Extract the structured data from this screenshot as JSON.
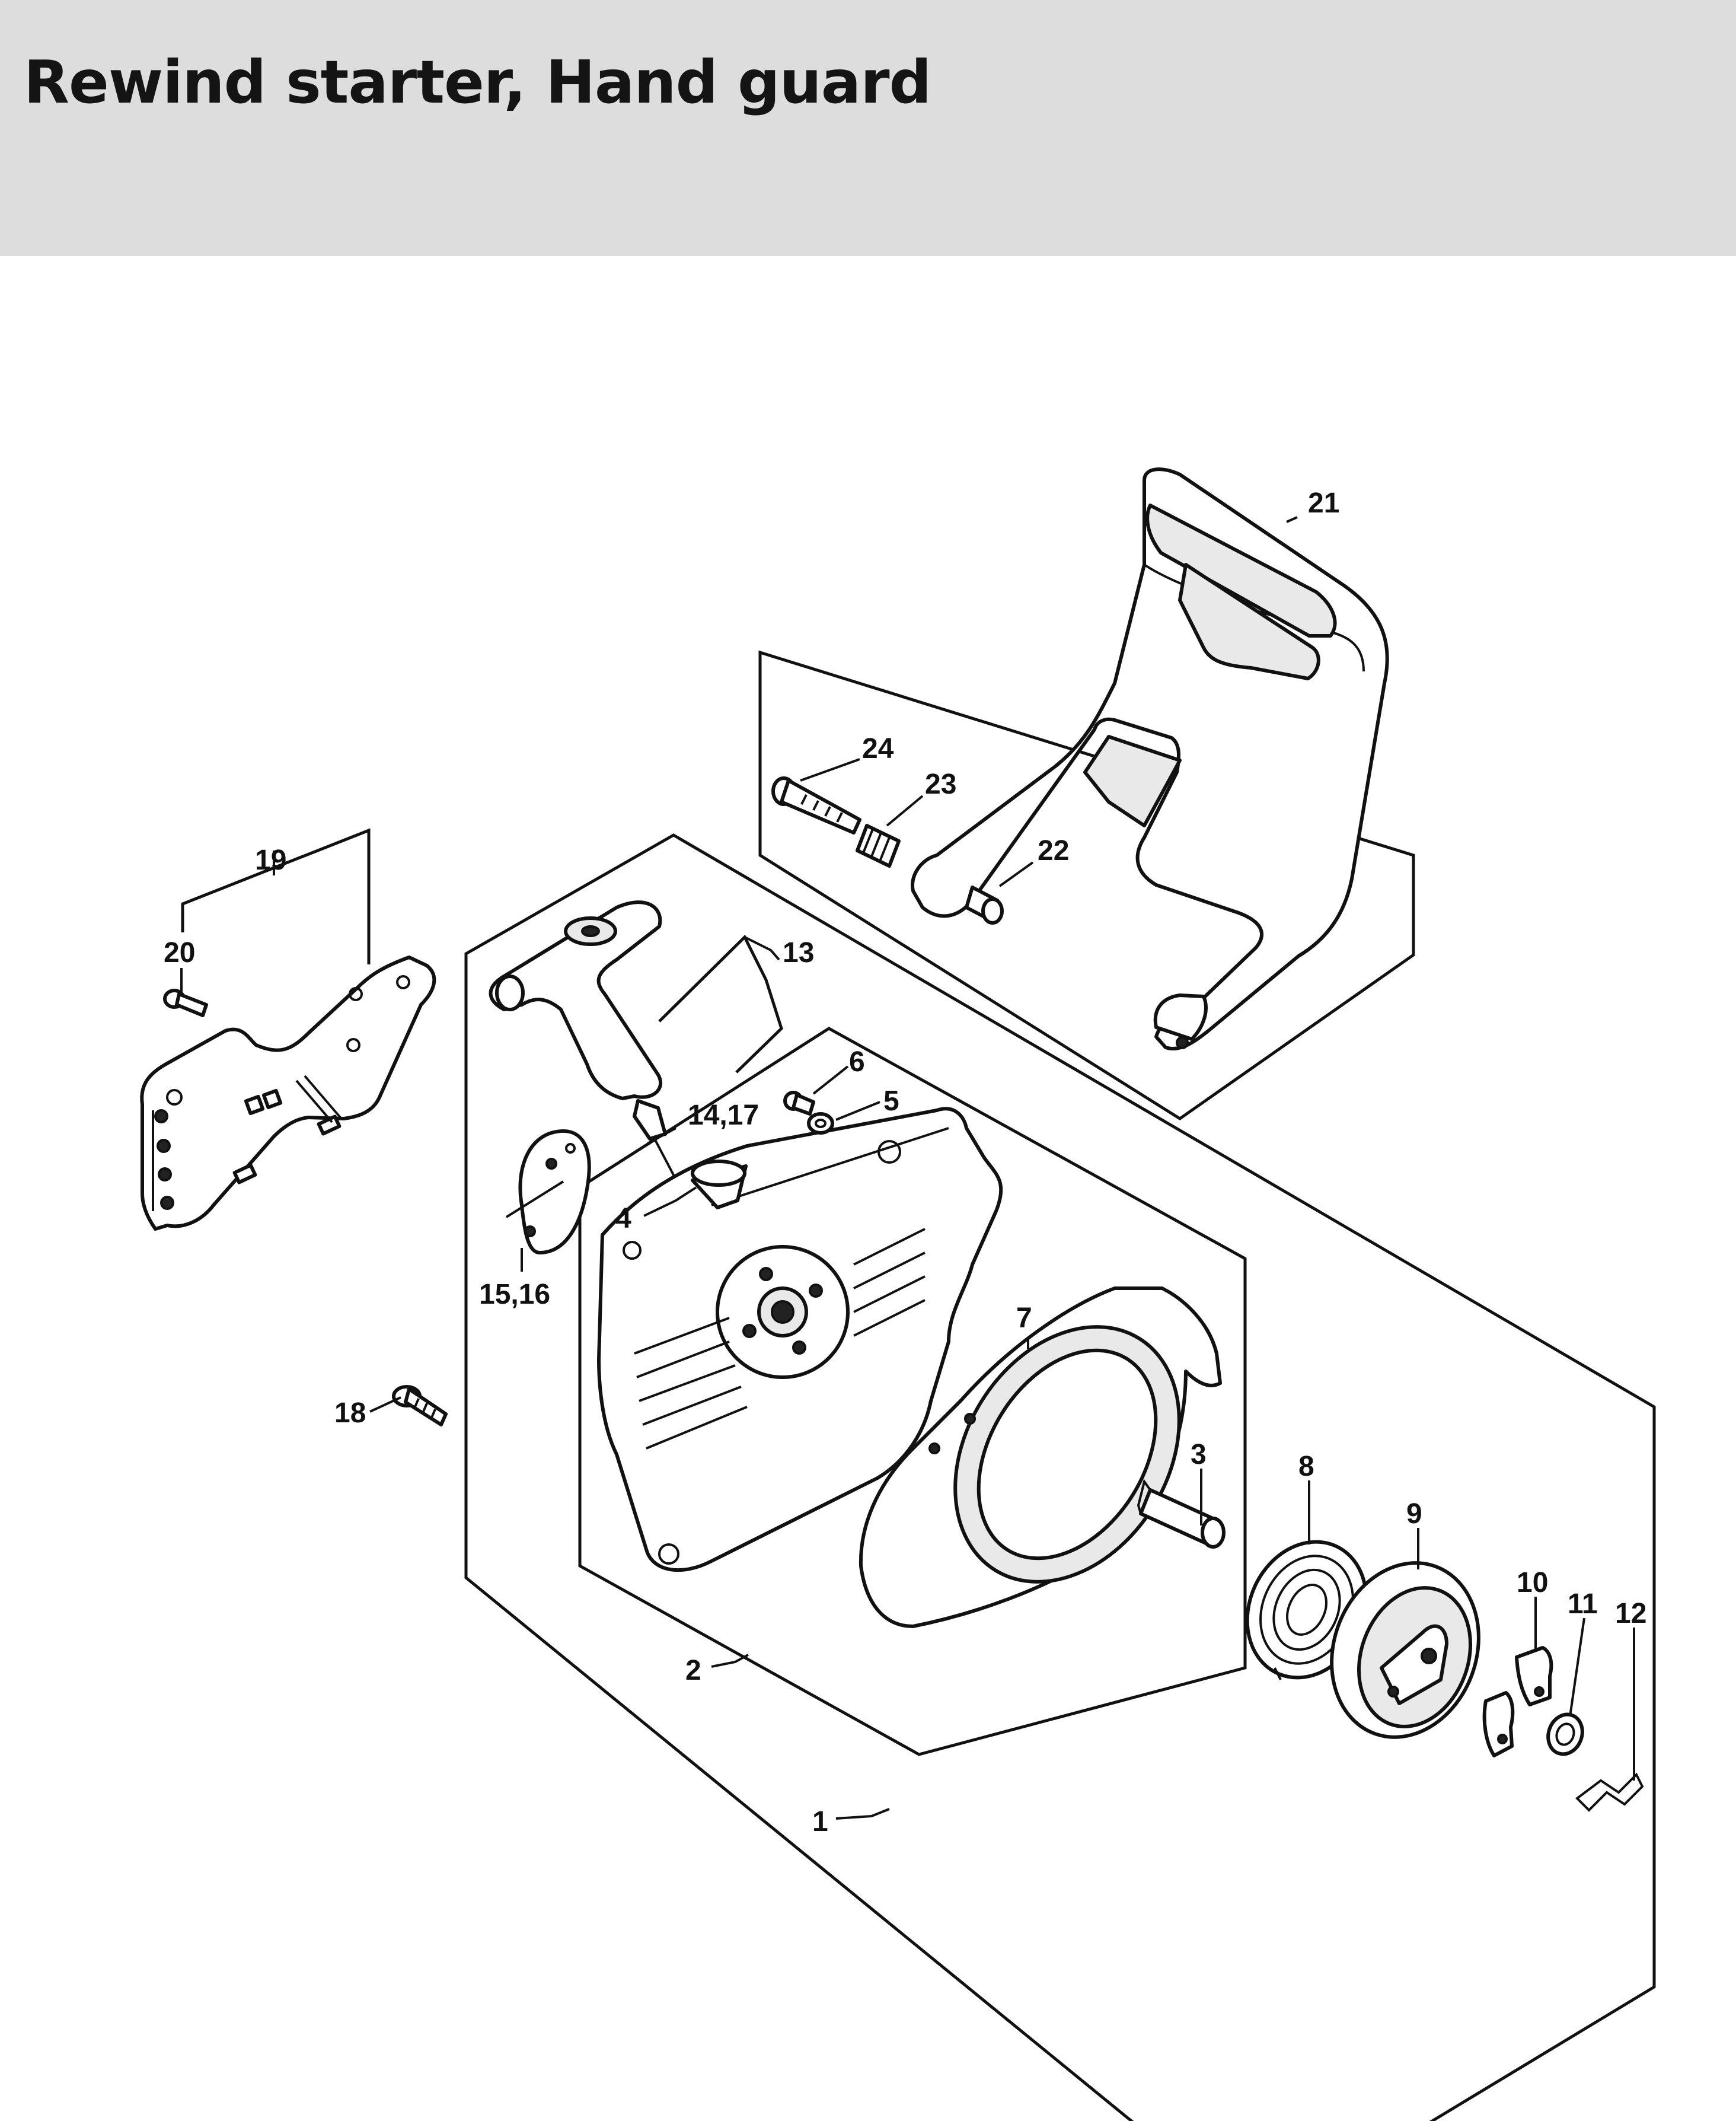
{
  "header": {
    "title": "Rewind starter, Hand guard"
  },
  "callouts": {
    "c1": "1",
    "c2": "2",
    "c3": "3",
    "c4": "4",
    "c5": "5",
    "c6": "6",
    "c7": "7",
    "c8": "8",
    "c9": "9",
    "c10": "10",
    "c11": "11",
    "c12": "12",
    "c13": "13",
    "c14_17": "14,17",
    "c15_16": "15,16",
    "c18": "18",
    "c19": "19",
    "c20": "20",
    "c21": "21",
    "c22": "22",
    "c23": "23",
    "c24": "24"
  },
  "colors": {
    "header_bg": "#dcdddc",
    "line": "#111111",
    "shade": "#e9e9e9"
  }
}
